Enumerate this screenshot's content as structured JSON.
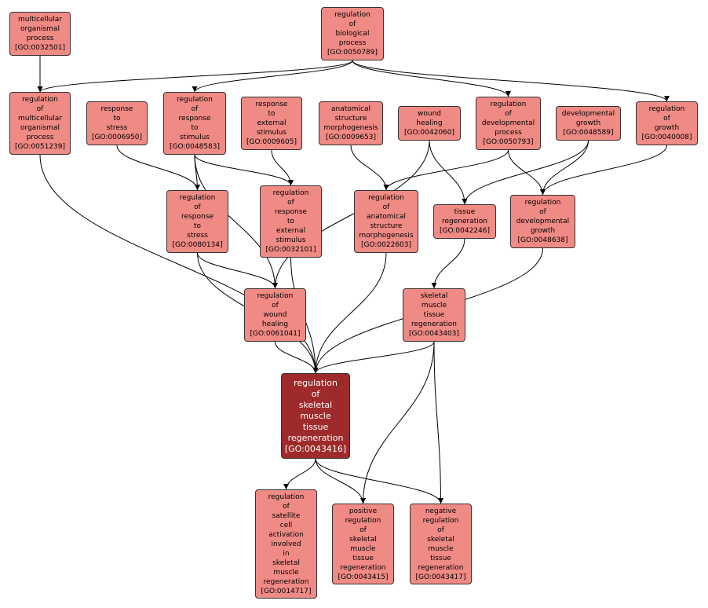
{
  "colors": {
    "node_fill": "#f08a85",
    "focus_fill": "#9e2a2b",
    "edge": "#000000",
    "border": "#333333"
  },
  "nodes": [
    {
      "id": "GO:0032501",
      "lines": [
        "multicellular",
        "organismal",
        "process"
      ],
      "label": "[GO:0032501]"
    },
    {
      "id": "GO:0050789",
      "lines": [
        "regulation",
        "of",
        "biological",
        "process"
      ],
      "label": "[GO:0050789]"
    },
    {
      "id": "GO:0051239",
      "lines": [
        "regulation",
        "of",
        "multicellular",
        "organismal",
        "process"
      ],
      "label": "[GO:0051239]"
    },
    {
      "id": "GO:0006950",
      "lines": [
        "response",
        "to",
        "stress"
      ],
      "label": "[GO:0006950]"
    },
    {
      "id": "GO:0048583",
      "lines": [
        "regulation",
        "of",
        "response",
        "to",
        "stimulus"
      ],
      "label": "[GO:0048583]"
    },
    {
      "id": "GO:0009605",
      "lines": [
        "response",
        "to",
        "external",
        "stimulus"
      ],
      "label": "[GO:0009605]"
    },
    {
      "id": "GO:0009653",
      "lines": [
        "anatomical",
        "structure",
        "morphogenesis"
      ],
      "label": "[GO:0009653]"
    },
    {
      "id": "GO:0042060",
      "lines": [
        "wound",
        "healing"
      ],
      "label": "[GO:0042060]"
    },
    {
      "id": "GO:0050793",
      "lines": [
        "regulation",
        "of",
        "developmental",
        "process"
      ],
      "label": "[GO:0050793]"
    },
    {
      "id": "GO:0048589",
      "lines": [
        "developmental",
        "growth"
      ],
      "label": "[GO:0048589]"
    },
    {
      "id": "GO:0040008",
      "lines": [
        "regulation",
        "of",
        "growth"
      ],
      "label": "[GO:0040008]"
    },
    {
      "id": "GO:0080134",
      "lines": [
        "regulation",
        "of",
        "response",
        "to",
        "stress"
      ],
      "label": "[GO:0080134]"
    },
    {
      "id": "GO:0032101",
      "lines": [
        "regulation",
        "of",
        "response",
        "to",
        "external",
        "stimulus"
      ],
      "label": "[GO:0032101]"
    },
    {
      "id": "GO:0022603",
      "lines": [
        "regulation",
        "of",
        "anatomical",
        "structure",
        "morphogenesis"
      ],
      "label": "[GO:0022603]"
    },
    {
      "id": "GO:0042246",
      "lines": [
        "tissue",
        "regeneration"
      ],
      "label": "[GO:0042246]"
    },
    {
      "id": "GO:0048638",
      "lines": [
        "regulation",
        "of",
        "developmental",
        "growth"
      ],
      "label": "[GO:0048638]"
    },
    {
      "id": "GO:0061041",
      "lines": [
        "regulation",
        "of",
        "wound",
        "healing"
      ],
      "label": "[GO:0061041]"
    },
    {
      "id": "GO:0043403",
      "lines": [
        "skeletal",
        "muscle",
        "tissue",
        "regeneration"
      ],
      "label": "[GO:0043403]"
    },
    {
      "id": "GO:0043416",
      "lines": [
        "regulation",
        "of",
        "skeletal",
        "muscle",
        "tissue",
        "regeneration"
      ],
      "label": "[GO:0043416]",
      "focus": true
    },
    {
      "id": "GO:0014717",
      "lines": [
        "regulation",
        "of",
        "satellite",
        "cell",
        "activation",
        "involved",
        "in",
        "skeletal",
        "muscle",
        "regeneration"
      ],
      "label": "[GO:0014717]"
    },
    {
      "id": "GO:0043415",
      "lines": [
        "positive",
        "regulation",
        "of",
        "skeletal",
        "muscle",
        "tissue",
        "regeneration"
      ],
      "label": "[GO:0043415]"
    },
    {
      "id": "GO:0043417",
      "lines": [
        "negative",
        "regulation",
        "of",
        "skeletal",
        "muscle",
        "tissue",
        "regeneration"
      ],
      "label": "[GO:0043417]"
    }
  ],
  "edges": [
    [
      "GO:0032501",
      "GO:0051239"
    ],
    [
      "GO:0050789",
      "GO:0051239"
    ],
    [
      "GO:0050789",
      "GO:0048583"
    ],
    [
      "GO:0050789",
      "GO:0050793"
    ],
    [
      "GO:0050789",
      "GO:0040008"
    ],
    [
      "GO:0006950",
      "GO:0080134"
    ],
    [
      "GO:0048583",
      "GO:0080134"
    ],
    [
      "GO:0048583",
      "GO:0032101"
    ],
    [
      "GO:0048583",
      "GO:0061041"
    ],
    [
      "GO:0009605",
      "GO:0032101"
    ],
    [
      "GO:0009653",
      "GO:0022603"
    ],
    [
      "GO:0042060",
      "GO:0042246"
    ],
    [
      "GO:0042060",
      "GO:0061041"
    ],
    [
      "GO:0050793",
      "GO:0022603"
    ],
    [
      "GO:0050793",
      "GO:0048638"
    ],
    [
      "GO:0048589",
      "GO:0042246"
    ],
    [
      "GO:0048589",
      "GO:0048638"
    ],
    [
      "GO:0040008",
      "GO:0048638"
    ],
    [
      "GO:0051239",
      "GO:0043416"
    ],
    [
      "GO:0080134",
      "GO:0061041"
    ],
    [
      "GO:0080134",
      "GO:0043416"
    ],
    [
      "GO:0032101",
      "GO:0043416"
    ],
    [
      "GO:0022603",
      "GO:0043416"
    ],
    [
      "GO:0042246",
      "GO:0043403"
    ],
    [
      "GO:0048638",
      "GO:0043416"
    ],
    [
      "GO:0061041",
      "GO:0043416"
    ],
    [
      "GO:0043403",
      "GO:0043416"
    ],
    [
      "GO:0043403",
      "GO:0043415"
    ],
    [
      "GO:0043403",
      "GO:0043417"
    ],
    [
      "GO:0043416",
      "GO:0014717"
    ],
    [
      "GO:0043416",
      "GO:0043415"
    ],
    [
      "GO:0043416",
      "GO:0043417"
    ]
  ]
}
